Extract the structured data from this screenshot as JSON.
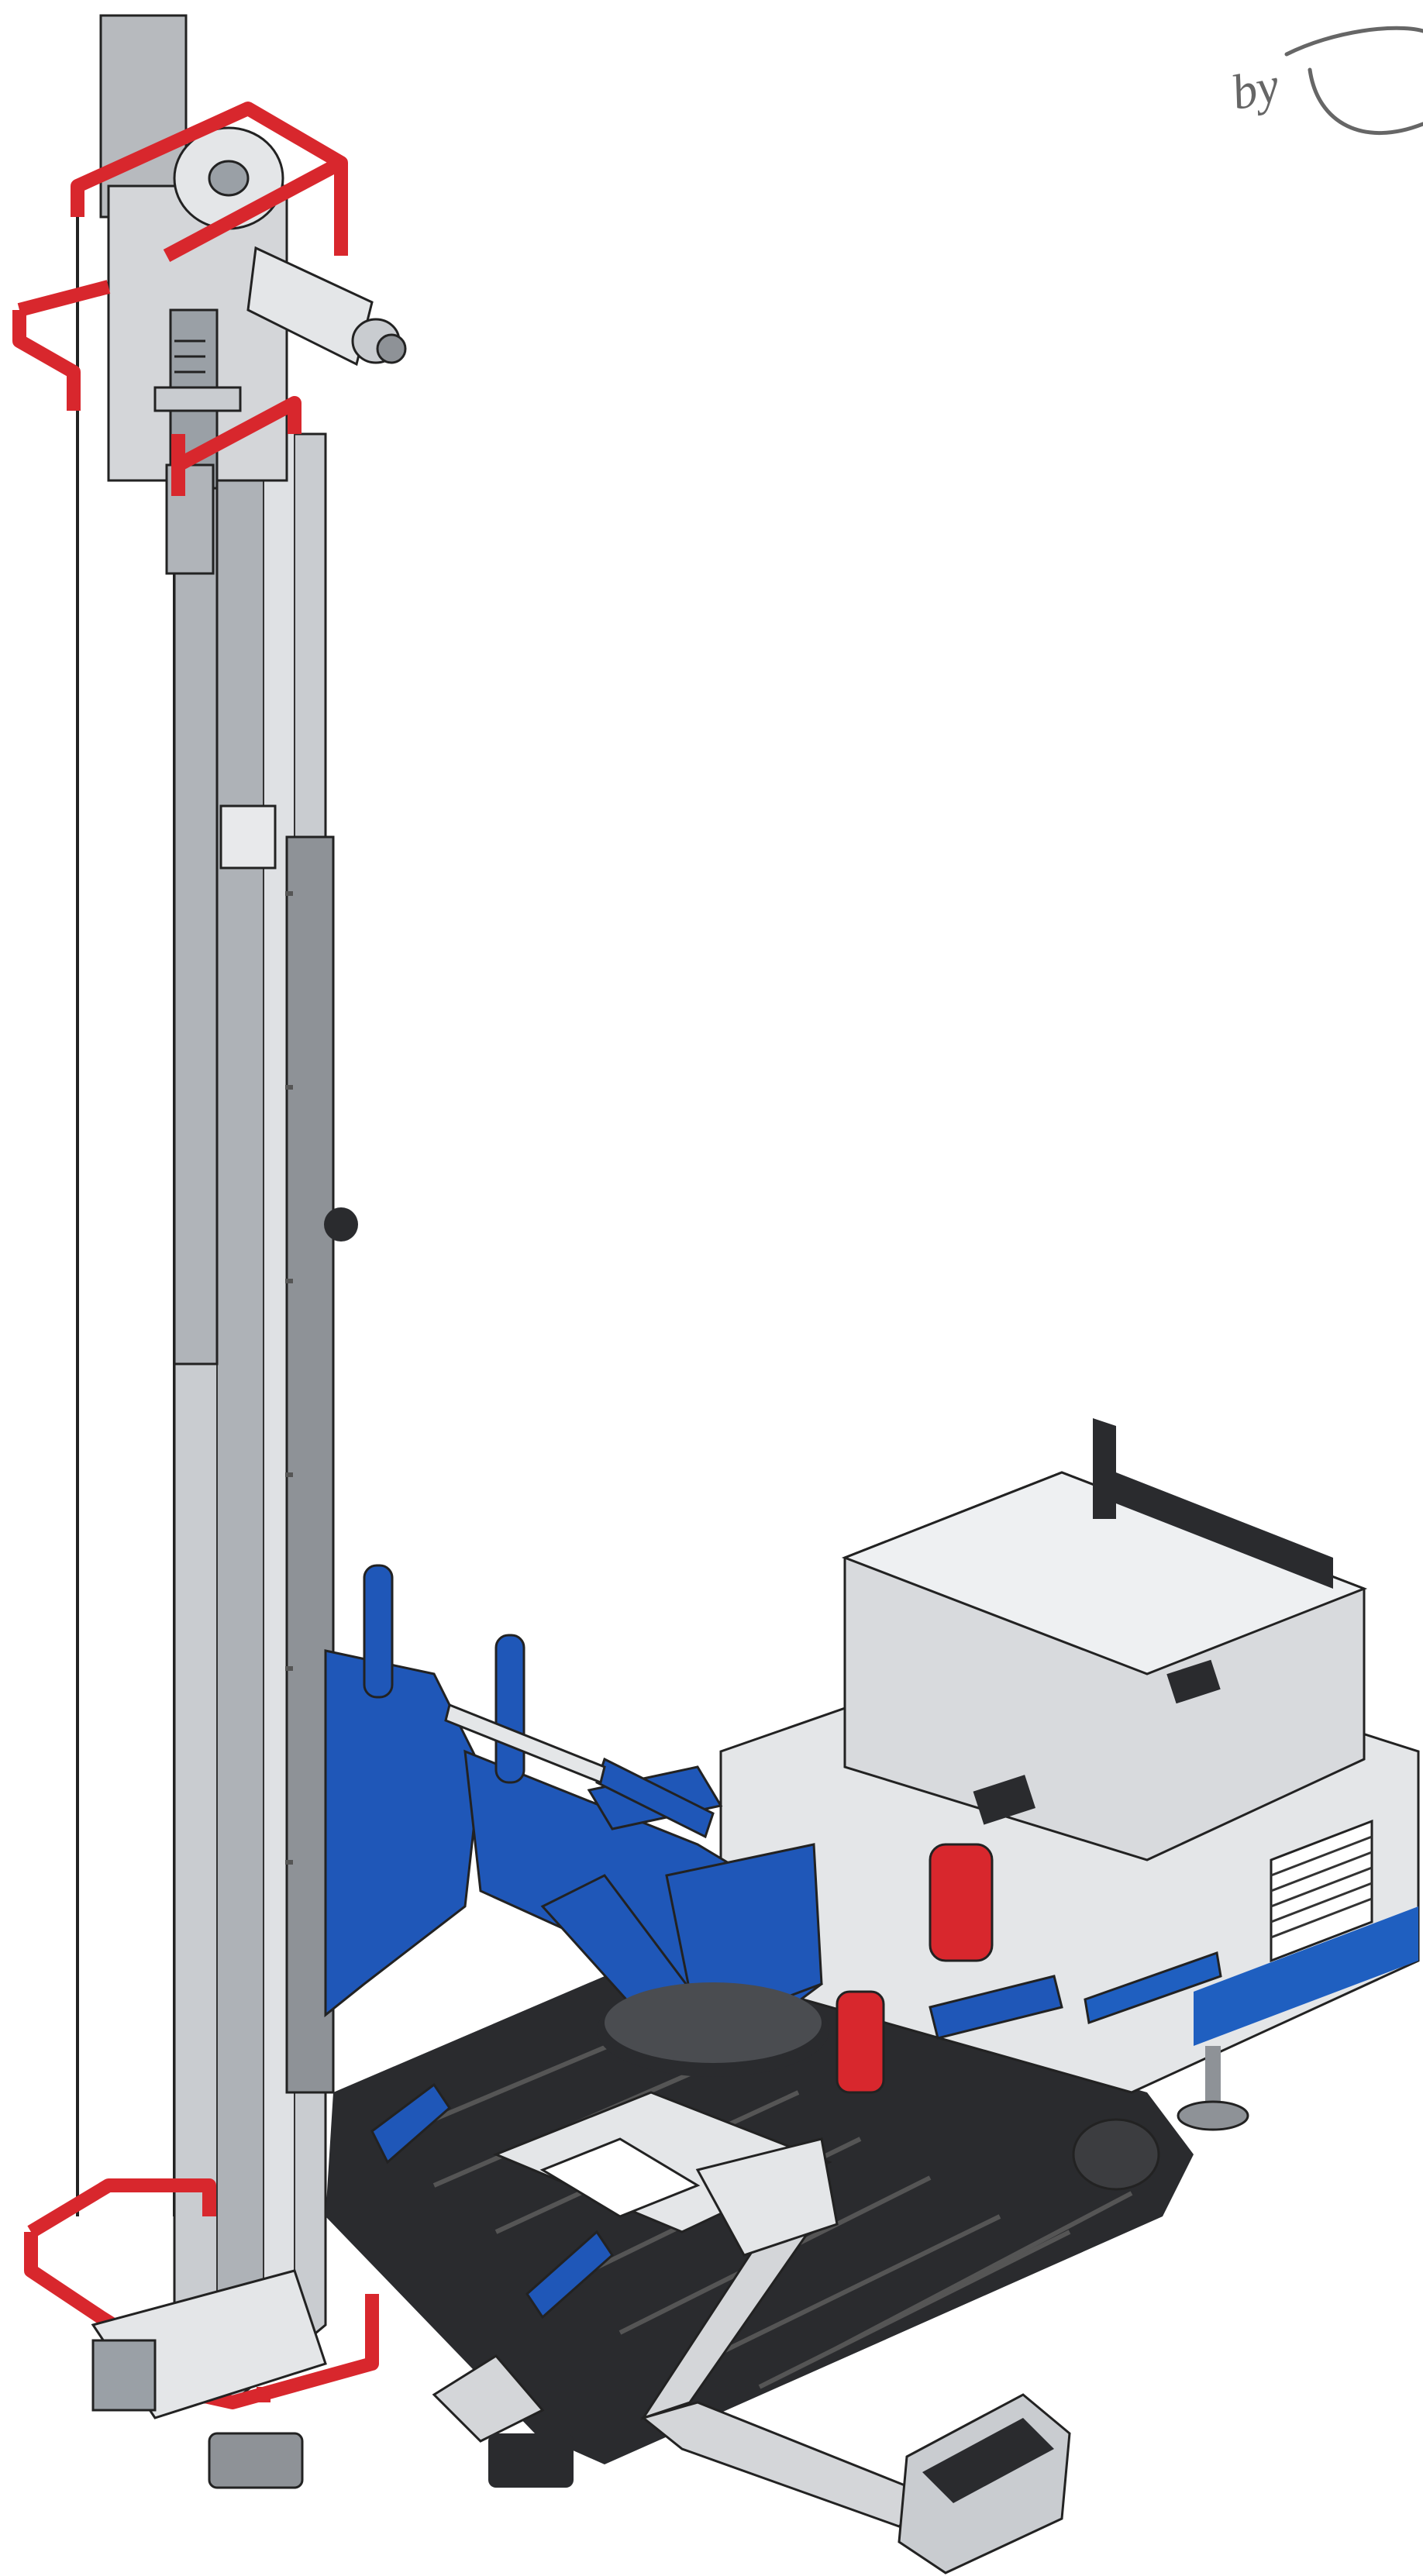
{
  "signature": {
    "text": "by"
  },
  "colors": {
    "background": "#ffffff",
    "mast_grey": "#c9ccd0",
    "mast_shadow": "#8e9297",
    "guard_red": "#d8272d",
    "hydraulic_blue": "#1f57b8",
    "track_black": "#2a2b2e",
    "body_light": "#e4e6e8",
    "trim_blue": "#1f5fc0"
  },
  "subject": {
    "icons": [
      "drilling-rig-illustration",
      "signature-mark"
    ]
  }
}
